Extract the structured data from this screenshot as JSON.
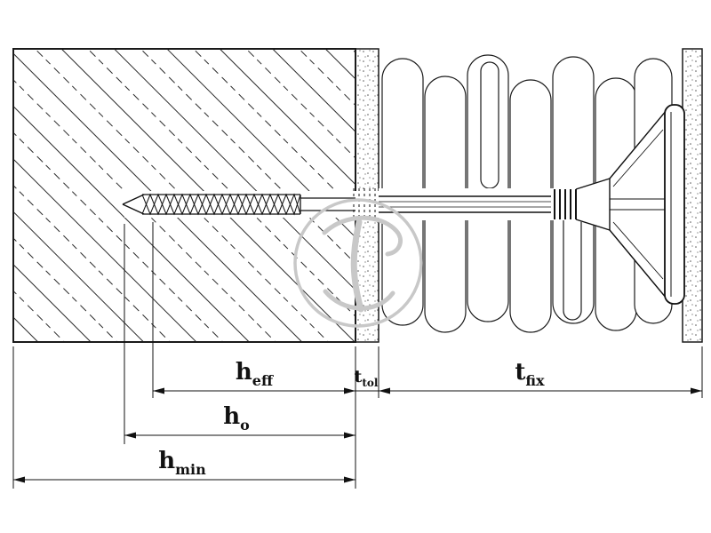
{
  "dimensions": {
    "h_eff": {
      "base": "h",
      "sub": "eff"
    },
    "t_tol": {
      "base": "t",
      "sub": "tol"
    },
    "t_fix": {
      "base": "t",
      "sub": "fix"
    },
    "h_o": {
      "base": "h",
      "sub": "o"
    },
    "h_min": {
      "base": "h",
      "sub": "min"
    }
  },
  "colors": {
    "line": "#1a1a1a",
    "watermark": "#c8c8c8",
    "background": "#ffffff"
  }
}
